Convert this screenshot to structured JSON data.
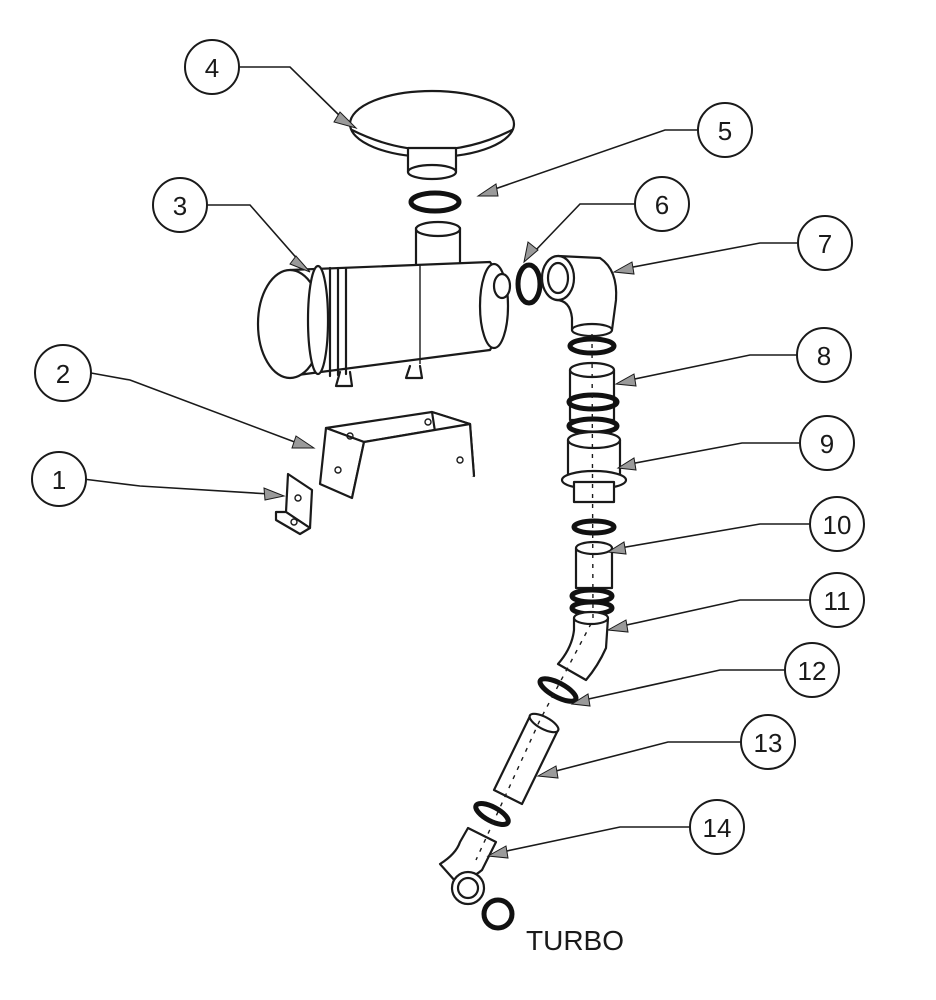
{
  "diagram": {
    "callouts": [
      {
        "id": "1",
        "label": "1"
      },
      {
        "id": "2",
        "label": "2"
      },
      {
        "id": "3",
        "label": "3"
      },
      {
        "id": "4",
        "label": "4"
      },
      {
        "id": "5",
        "label": "5"
      },
      {
        "id": "6",
        "label": "6"
      },
      {
        "id": "7",
        "label": "7"
      },
      {
        "id": "8",
        "label": "8"
      },
      {
        "id": "9",
        "label": "9"
      },
      {
        "id": "10",
        "label": "10"
      },
      {
        "id": "11",
        "label": "11"
      },
      {
        "id": "12",
        "label": "12"
      },
      {
        "id": "13",
        "label": "13"
      },
      {
        "id": "14",
        "label": "14"
      }
    ],
    "turbo_label": "TURBO"
  }
}
